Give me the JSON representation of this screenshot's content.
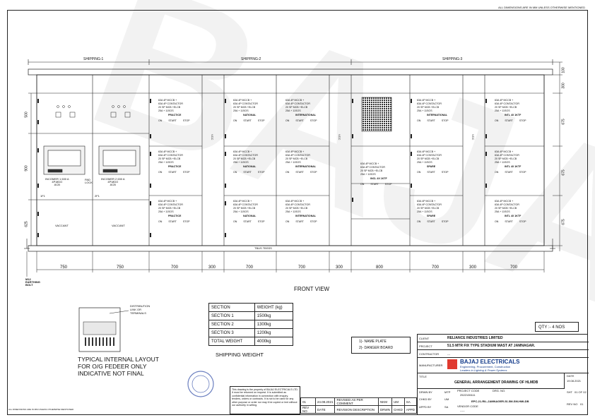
{
  "header_note": "ALL DIMENSIONS ARE IN MM UNLESS OTHERWISE MENTIONED",
  "shipping": [
    "SHIPPING-1",
    "SHIPPING-2",
    "SHIPPING-3"
  ],
  "front_view_label": "FRONT VIEW",
  "earthing": "M12\nEARTHING\nBOLT",
  "bottom_dims": [
    "750",
    "750",
    "700",
    "300",
    "700",
    "700",
    "300",
    "800",
    "700",
    "300",
    "700"
  ],
  "right_dims": [
    "100",
    "300",
    "675",
    "675",
    "675"
  ],
  "left_dims": [
    "500",
    "900",
    "625"
  ],
  "incomers": [
    {
      "label": "INCOMER 1 630 A\n4P,MDO\nACB",
      "tag": "1F1"
    },
    {
      "label": "INCOMER 2 630 A\n4P,MDO\nACB",
      "tag": "2F1"
    }
  ],
  "vaccant": "VACCANT",
  "pad_lock": "PAD\nLOCK",
  "feeder_block": {
    "line1": "63A 4P MCCB +",
    "line2": "63A 4P CONTACTOR",
    "line3": "20 SP MCB +ELCB",
    "line4": "25A + 11SOS",
    "buttons": [
      "ON",
      "START",
      "STOP"
    ]
  },
  "feeder_names": [
    "PRACTICE",
    "NATIONAL",
    "INTERNATIONAL",
    "PRACTICE",
    "NATIONAL",
    "INTERNATIONAL",
    "PRACTICE",
    "NATIONAL",
    "INTERNATIONAL",
    "INTERNATIONAL",
    "INTL 4X 1KTF",
    "SPARE",
    "INTL 4X 1KTF",
    "SPARE",
    "INTL 4X 1KTF",
    "INCL 4X 1KTF"
  ],
  "busbar_label": "TBUS TBSSS",
  "internal_layout": {
    "distribution": "DISTRIBUTION\nLINK OR\nTERMINALS",
    "caption": [
      "TYPICAL INTERNAL LAYOUT",
      "FOR O/G FEDEER ONLY",
      "INDICATIVE NOT FINAL"
    ]
  },
  "weights": {
    "head": [
      "SECTION",
      "WEIGHT (kg)"
    ],
    "rows": [
      [
        "SECTION 1",
        "1500kg"
      ],
      [
        "SECTION 2",
        "1300kg"
      ],
      [
        "SECTION 3",
        "1200kg"
      ],
      [
        "TOTAL WEIGHT",
        "4000kg"
      ]
    ],
    "caption": "SHIPPING WEIGHT"
  },
  "notes": [
    "1)- NAME PLATE",
    "2)- DANGER BOARD"
  ],
  "qty": "QTY :- 4 NOS",
  "title_block": {
    "client_label": "CLIENT",
    "client": "RELIANCE INDUSTRIES LIMITED",
    "project_label": "PROJECT",
    "project": "51.5 MTR FIX TYPE STADIUM MAST AT JAMNAGAR.",
    "contractor_label": "CONTRACTOR",
    "contractor": "---",
    "manufacturer_label": "MANUFACTURER",
    "brand": "BAJAJ ELECTRICALS",
    "brand_sub1": "Engineering, Procurement, Construction",
    "brand_sub2": "Leaders in Lighting & Power Systems",
    "title_label": "TITLE",
    "title": "GENERAL ARRANGEMENT DRAWING OF HLMDB",
    "date_label": "DATE",
    "date": "19.08.2021",
    "sht_label": "SHT",
    "sht": "01 OF 02",
    "rev_label": "REV NO",
    "rev": "01",
    "drwn_label": "DRWN BY",
    "drwn": "MTP",
    "chkd_label": "CHKD BY",
    "chkd": "UM",
    "appd_label": "APPD BY",
    "appd": "SA",
    "proj_code_label": "PROJECT CODE",
    "proj_code": "2522106111",
    "dwg_label": "DRG. NO.",
    "dwg": "EPC-21-RIL-JAMNAGER-51.5M-SM-HMLDB",
    "vendor_label": "VENDOR CODE",
    "vendor": "-----",
    "rev_row": [
      "01",
      "24.08.2021",
      "REVISED AS PER COMMENT",
      "NKM",
      "UM",
      "SA"
    ],
    "rev_head": [
      "REV NO",
      "DATE",
      "REVISION DESCRIPTION",
      "DRWN",
      "CHKD",
      "APPD"
    ]
  },
  "disclaimer": "This drawing is the property of BAJAJ ELECTRICALS LTD. It must be returned on request. It is submitted as confidential information in connection with enquiry, tenders, orders or contracts. It is not to be used for any other purpose or order nor may it be copied or lent without our authority in writing.",
  "footer_note": "ALL DIMENSIONS ARE IN MM UNLESS OTHERWISE MENTIONED"
}
